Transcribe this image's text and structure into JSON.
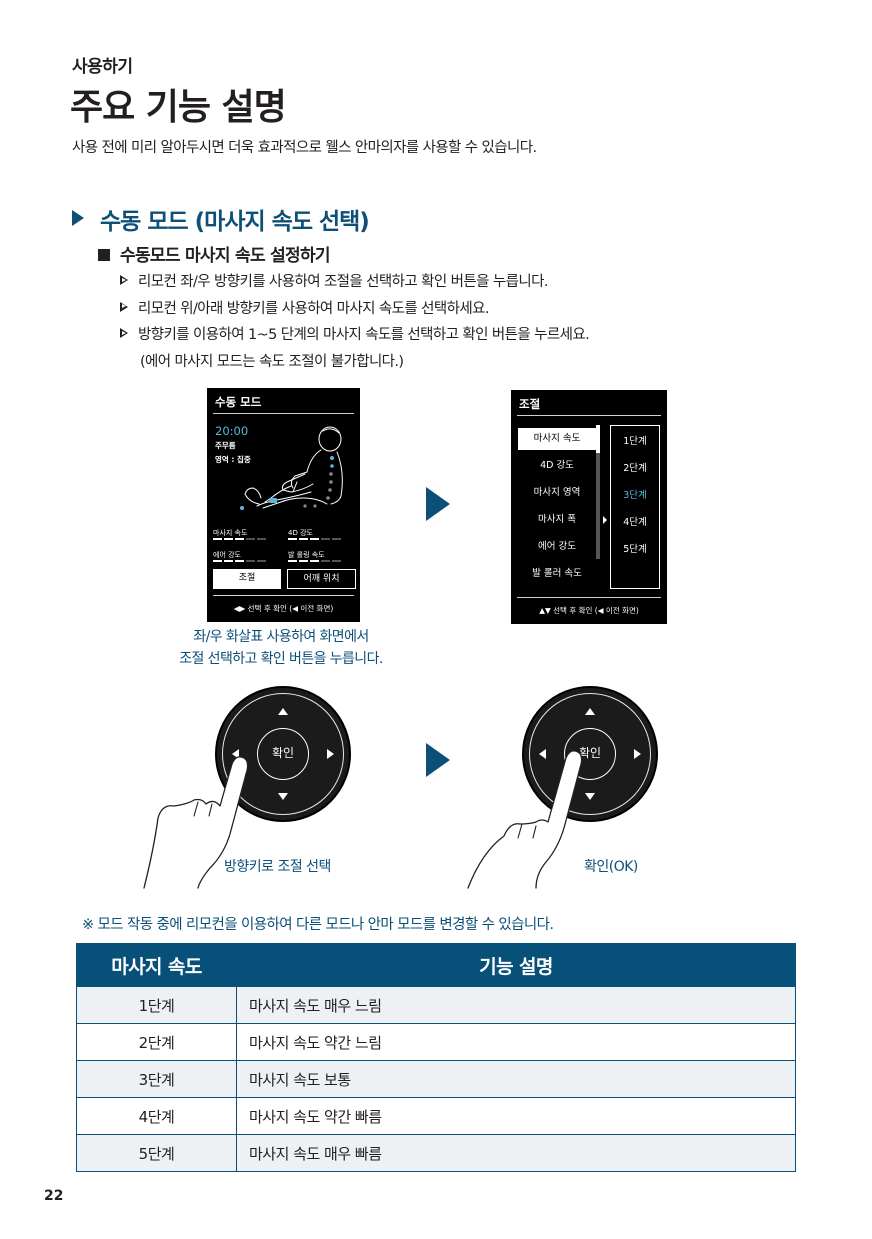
{
  "header": {
    "section_label": "사용하기",
    "title": "주요 기능 설명",
    "intro": "사용 전에 미리 알아두시면 더욱 효과적으로 웰스 안마의자를 사용할 수 있습니다."
  },
  "mode": {
    "heading": "수동 모드 (마사지 속도 선택)",
    "subheading": "수동모드 마사지 속도 설정하기",
    "steps": [
      "리모컨 좌/우 방향키를 사용하여 조절을 선택하고 확인 버튼을 누릅니다.",
      "리모컨 위/아래 방향키를 사용하여 마사지 속도를 선택하세요.",
      "방향키를 이용하여 1~5 단계의 마사지 속도를 선택하고 확인 버튼을 누르세요."
    ],
    "step_note": "(에어 마사지 모드는 속도 조절이 불가합니다.)"
  },
  "screen1": {
    "title": "수동 모드",
    "time": "20:00",
    "line1": "주무름",
    "line2": "영역 : 집중",
    "labels": [
      "마사지 속도",
      "4D 강도",
      "에어 강도",
      "발 롤링 속도"
    ],
    "btn_adjust": "조절",
    "btn_shoulder": "어깨 위치",
    "footer": "◀▶ 선택 후 확인 (◀ 이전 화면)"
  },
  "screen2": {
    "title": "조절",
    "items": [
      "마사지 속도",
      "4D 강도",
      "마사지 영역",
      "마사지 폭",
      "에어 강도",
      "발 롤러 속도"
    ],
    "levels": [
      "1단계",
      "2단계",
      "3단계",
      "4단계",
      "5단계"
    ],
    "footer": "▲▼ 선택 후 확인 (◀ 이전 화면)"
  },
  "caption_screen": [
    "좌/우 화살표 사용하여 화면에서",
    "조절 선택하고 확인 버튼을 누릅니다."
  ],
  "remote": {
    "ok_label": "확인",
    "caption_left": "방향키로 조절 선택",
    "caption_right": "확인(OK)"
  },
  "note": "※ 모드 작동 중에 리모컨을 이용하여 다른 모드나 안마 모드를 변경할 수 있습니다.",
  "table": {
    "headers": [
      "마사지 속도",
      "기능 설명"
    ],
    "rows": [
      {
        "level": "1단계",
        "desc": "마사지 속도 매우 느림"
      },
      {
        "level": "2단계",
        "desc": "마사지 속도 약간 느림"
      },
      {
        "level": "3단계",
        "desc": "마사지 속도 보통"
      },
      {
        "level": "4단계",
        "desc": "마사지 속도 약간 빠름"
      },
      {
        "level": "5단계",
        "desc": "마사지 속도 매우 빠름"
      }
    ]
  },
  "page_number": "22",
  "colors": {
    "accent": "#0c4f78",
    "table_header": "#06507a",
    "highlight_blue": "#5ab7dd"
  }
}
